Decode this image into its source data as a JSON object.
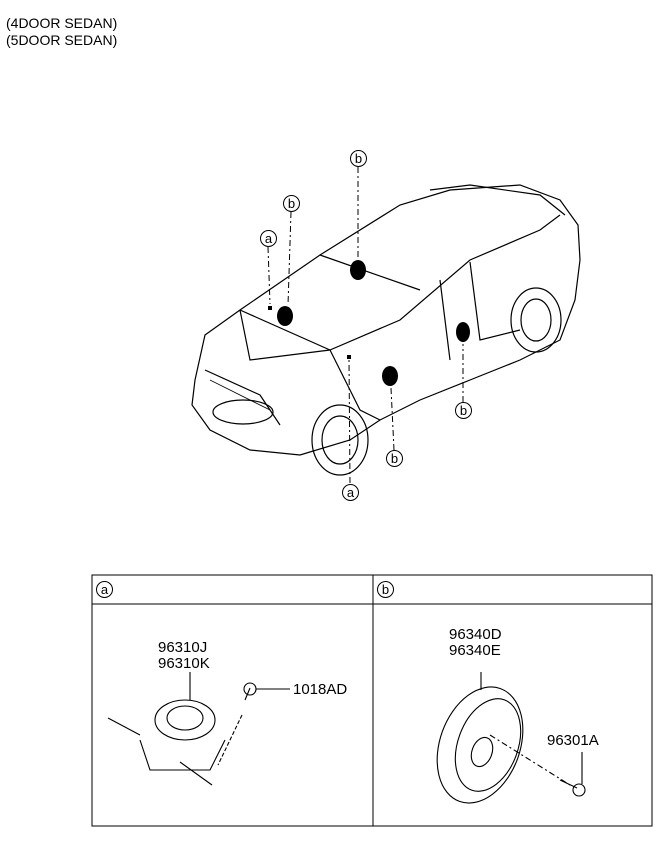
{
  "variants": [
    "(4DOOR SEDAN)",
    "(5DOOR SEDAN)"
  ],
  "callouts": {
    "a": "a",
    "b": "b"
  },
  "detail_a": {
    "header": "a",
    "parts": [
      "96310J",
      "96310K"
    ],
    "screw": "1018AD"
  },
  "detail_b": {
    "header": "b",
    "parts": [
      "96340D",
      "96340E"
    ],
    "screw": "96301A"
  }
}
